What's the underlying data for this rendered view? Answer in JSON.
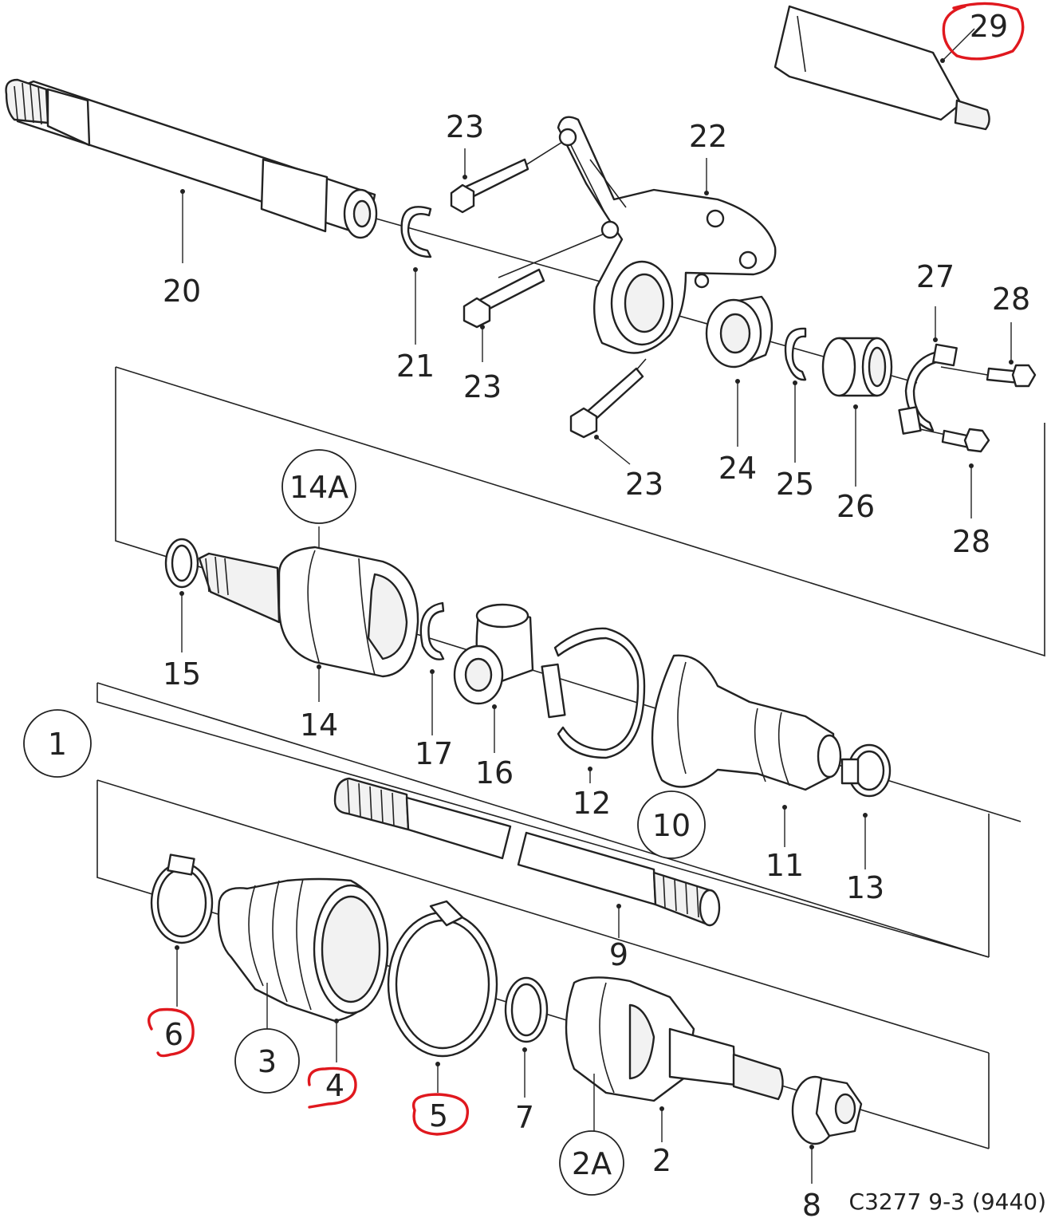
{
  "diagram": {
    "caption": "C3277 9-3 (9440)",
    "highlight_color": "#e0181e",
    "line_color": "#222222",
    "callouts": [
      {
        "id": "20",
        "label": "20",
        "circled": false,
        "highlighted": false
      },
      {
        "id": "21",
        "label": "21",
        "circled": false,
        "highlighted": false
      },
      {
        "id": "22",
        "label": "22",
        "circled": false,
        "highlighted": false
      },
      {
        "id": "23a",
        "label": "23",
        "circled": false,
        "highlighted": false
      },
      {
        "id": "23b",
        "label": "23",
        "circled": false,
        "highlighted": false
      },
      {
        "id": "23c",
        "label": "23",
        "circled": false,
        "highlighted": false
      },
      {
        "id": "24",
        "label": "24",
        "circled": false,
        "highlighted": false
      },
      {
        "id": "25",
        "label": "25",
        "circled": false,
        "highlighted": false
      },
      {
        "id": "26",
        "label": "26",
        "circled": false,
        "highlighted": false
      },
      {
        "id": "27",
        "label": "27",
        "circled": false,
        "highlighted": false
      },
      {
        "id": "28a",
        "label": "28",
        "circled": false,
        "highlighted": false
      },
      {
        "id": "28b",
        "label": "28",
        "circled": false,
        "highlighted": false
      },
      {
        "id": "29",
        "label": "29",
        "circled": false,
        "highlighted": true
      },
      {
        "id": "14A",
        "label": "14A",
        "circled": true,
        "highlighted": false
      },
      {
        "id": "14",
        "label": "14",
        "circled": false,
        "highlighted": false
      },
      {
        "id": "15",
        "label": "15",
        "circled": false,
        "highlighted": false
      },
      {
        "id": "16",
        "label": "16",
        "circled": false,
        "highlighted": false
      },
      {
        "id": "17",
        "label": "17",
        "circled": false,
        "highlighted": false
      },
      {
        "id": "12",
        "label": "12",
        "circled": false,
        "highlighted": false
      },
      {
        "id": "10",
        "label": "10",
        "circled": true,
        "highlighted": false
      },
      {
        "id": "11",
        "label": "11",
        "circled": false,
        "highlighted": false
      },
      {
        "id": "13",
        "label": "13",
        "circled": false,
        "highlighted": false
      },
      {
        "id": "1",
        "label": "1",
        "circled": true,
        "highlighted": false
      },
      {
        "id": "9",
        "label": "9",
        "circled": false,
        "highlighted": false
      },
      {
        "id": "6",
        "label": "6",
        "circled": false,
        "highlighted": true
      },
      {
        "id": "3",
        "label": "3",
        "circled": true,
        "highlighted": false
      },
      {
        "id": "4",
        "label": "4",
        "circled": false,
        "highlighted": true
      },
      {
        "id": "5",
        "label": "5",
        "circled": false,
        "highlighted": true
      },
      {
        "id": "7",
        "label": "7",
        "circled": false,
        "highlighted": false
      },
      {
        "id": "2A",
        "label": "2A",
        "circled": true,
        "highlighted": false
      },
      {
        "id": "2",
        "label": "2",
        "circled": false,
        "highlighted": false
      },
      {
        "id": "8",
        "label": "8",
        "circled": false,
        "highlighted": false
      }
    ]
  }
}
